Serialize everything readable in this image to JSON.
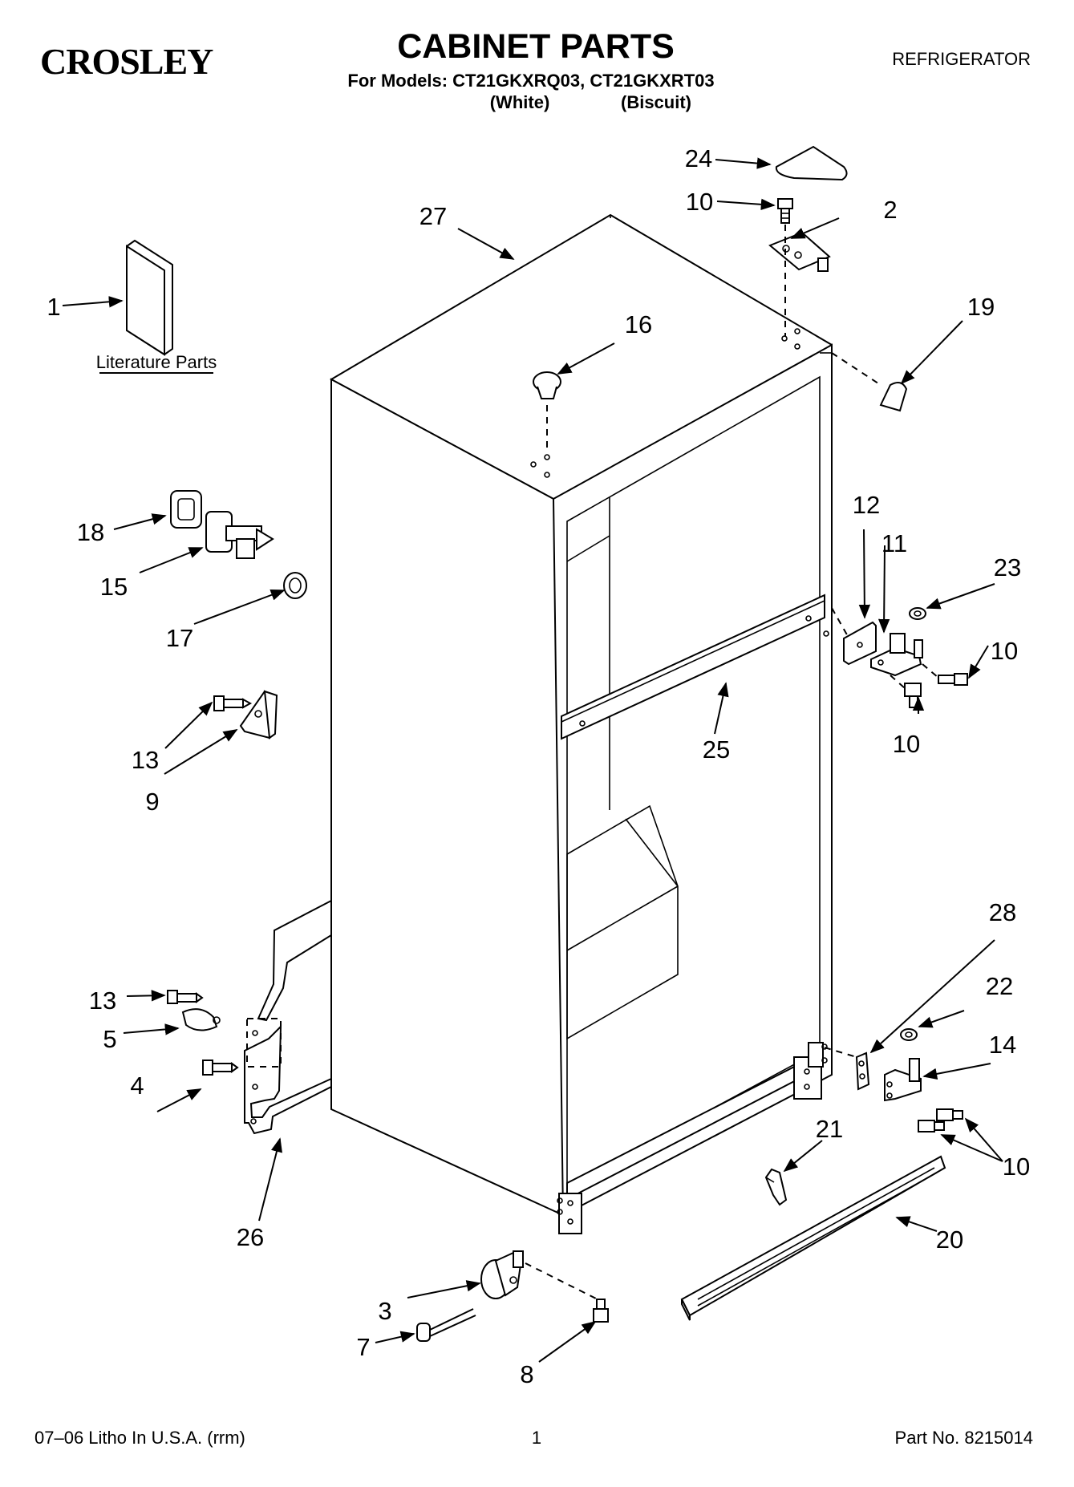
{
  "header": {
    "brand": "CROSLEY",
    "title": "CABINET PARTS",
    "models_line": "For Models: CT21GKXRQ03, CT21GKXRT03",
    "color_white": "(White)",
    "color_biscuit": "(Biscuit)",
    "category": "REFRIGERATOR"
  },
  "literature_label": "Literature Parts",
  "callouts": {
    "c1": "1",
    "c2": "2",
    "c3": "3",
    "c4": "4",
    "c5": "5",
    "c7": "7",
    "c8": "8",
    "c9": "9",
    "c10a": "10",
    "c10b": "10",
    "c10c": "10",
    "c10d": "10",
    "c11": "11",
    "c12": "12",
    "c13a": "13",
    "c13b": "13",
    "c14": "14",
    "c15": "15",
    "c16": "16",
    "c17": "17",
    "c18": "18",
    "c19": "19",
    "c20": "20",
    "c21": "21",
    "c22": "22",
    "c23": "23",
    "c24": "24",
    "c25": "25",
    "c26": "26",
    "c27": "27",
    "c28": "28"
  },
  "footer": {
    "litho": "07–06 Litho In U.S.A. (rrm)",
    "page": "1",
    "part_no": "Part No. 8215014"
  }
}
